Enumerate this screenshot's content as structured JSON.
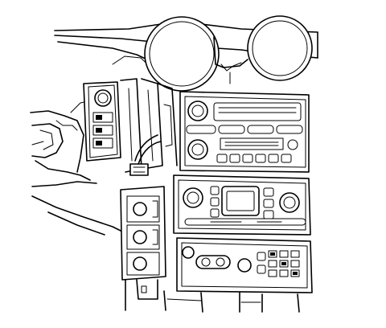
{
  "diagram": {
    "view": "dashboard-center-stack-line-drawing",
    "components": [
      {
        "id": "instrument-cluster-gauge-left",
        "kind": "gauge-bezel"
      },
      {
        "id": "instrument-cluster-gauge-right",
        "kind": "gauge-bezel"
      },
      {
        "id": "radio-head-unit",
        "kind": "control-panel"
      },
      {
        "id": "hvac-control-panel",
        "kind": "control-panel"
      },
      {
        "id": "lower-control-panel",
        "kind": "control-panel"
      },
      {
        "id": "headlamp-switch-panel",
        "kind": "switch-panel"
      },
      {
        "id": "auxiliary-switch-stack",
        "kind": "switch-stack"
      },
      {
        "id": "steering-column-area",
        "kind": "structure"
      },
      {
        "id": "wiring-harness-connector",
        "kind": "connector"
      }
    ]
  }
}
